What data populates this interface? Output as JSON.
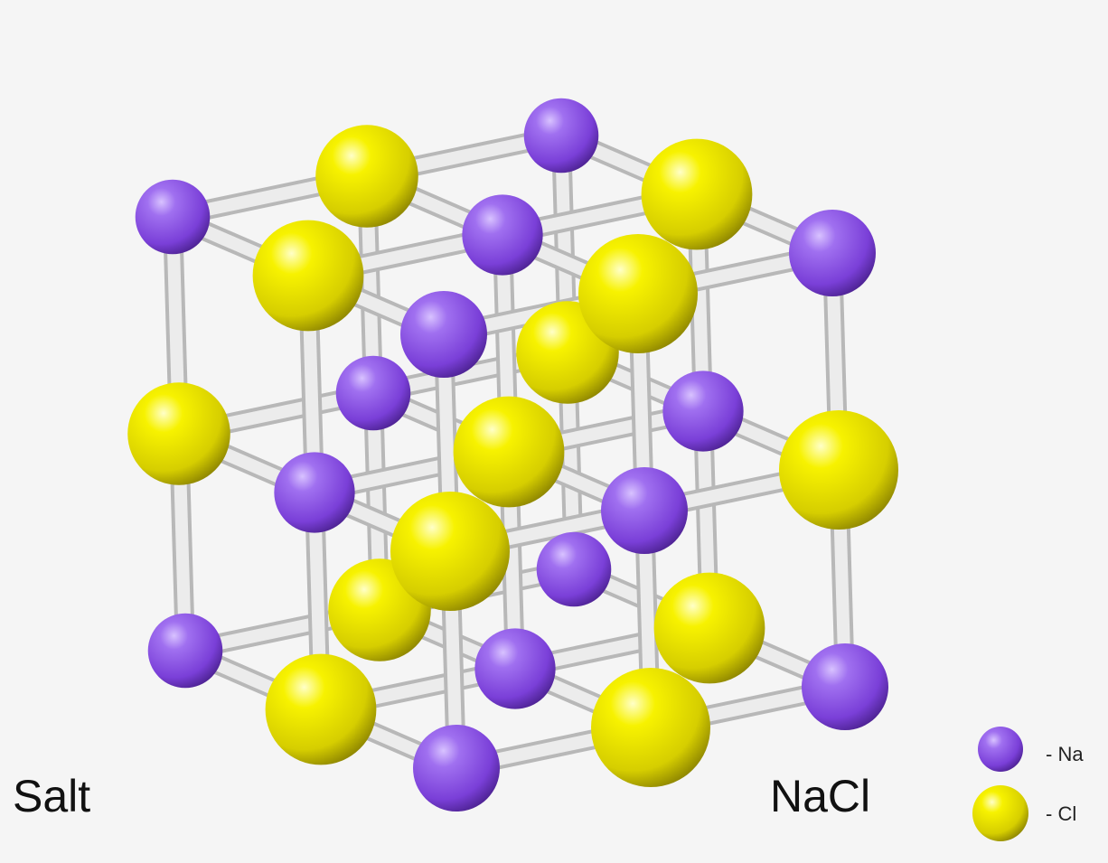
{
  "diagram": {
    "substance_name": "Salt",
    "formula": "NaCl",
    "legend": [
      {
        "symbol_label": "- Na",
        "element": "Na"
      },
      {
        "symbol_label": "- Cl",
        "element": "Cl"
      }
    ],
    "lattice": "rock-salt cubic 3x3x3",
    "colors": {
      "Na": "#8a4fe0",
      "Cl": "#e6e000",
      "bond": "#e2e2e2",
      "background": "#f5f5f5"
    }
  }
}
